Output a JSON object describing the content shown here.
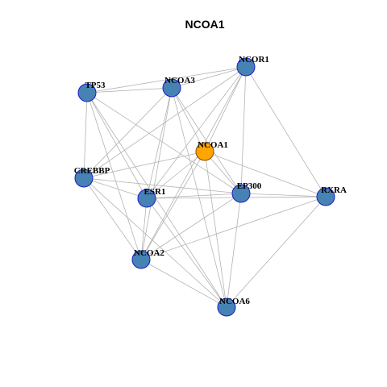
{
  "title": "NCOA1",
  "colors": {
    "node_default": "#4682b4",
    "node_border": "#1c1cc8",
    "node_focus": "#ffa500",
    "node_focus_border": "#8b4500",
    "edge": "#b3b3b3"
  },
  "nodes": [
    {
      "id": "NCOR1",
      "label": "NCOR1",
      "focus": false
    },
    {
      "id": "TP53",
      "label": "TP53",
      "focus": false
    },
    {
      "id": "NCOA3",
      "label": "NCOA3",
      "focus": false
    },
    {
      "id": "NCOA1",
      "label": "NCOA1",
      "focus": true
    },
    {
      "id": "CREBBP",
      "label": "CREBBP",
      "focus": false
    },
    {
      "id": "ESR1",
      "label": "ESR1",
      "focus": false
    },
    {
      "id": "EP300",
      "label": "EP300",
      "focus": false
    },
    {
      "id": "RXRA",
      "label": "RXRA",
      "focus": false
    },
    {
      "id": "NCOA2",
      "label": "NCOA2",
      "focus": false
    },
    {
      "id": "NCOA6",
      "label": "NCOA6",
      "focus": false
    }
  ],
  "edges": [
    [
      "TP53",
      "NCOA3"
    ],
    [
      "TP53",
      "NCOR1"
    ],
    [
      "TP53",
      "CREBBP"
    ],
    [
      "TP53",
      "ESR1"
    ],
    [
      "TP53",
      "NCOA2"
    ],
    [
      "TP53",
      "EP300"
    ],
    [
      "TP53",
      "NCOA6"
    ],
    [
      "NCOA3",
      "NCOR1"
    ],
    [
      "NCOA3",
      "CREBBP"
    ],
    [
      "NCOA3",
      "ESR1"
    ],
    [
      "NCOA3",
      "NCOA2"
    ],
    [
      "NCOA3",
      "EP300"
    ],
    [
      "NCOA3",
      "NCOA1"
    ],
    [
      "NCOA3",
      "NCOA6"
    ],
    [
      "NCOR1",
      "NCOA1"
    ],
    [
      "NCOR1",
      "ESR1"
    ],
    [
      "NCOR1",
      "EP300"
    ],
    [
      "NCOR1",
      "RXRA"
    ],
    [
      "NCOR1",
      "NCOA2"
    ],
    [
      "NCOR1",
      "CREBBP"
    ],
    [
      "NCOA1",
      "CREBBP"
    ],
    [
      "NCOA1",
      "ESR1"
    ],
    [
      "NCOA1",
      "EP300"
    ],
    [
      "NCOA1",
      "RXRA"
    ],
    [
      "NCOA1",
      "NCOA2"
    ],
    [
      "NCOA1",
      "NCOA6"
    ],
    [
      "CREBBP",
      "ESR1"
    ],
    [
      "CREBBP",
      "EP300"
    ],
    [
      "CREBBP",
      "NCOA2"
    ],
    [
      "CREBBP",
      "NCOA6"
    ],
    [
      "ESR1",
      "EP300"
    ],
    [
      "ESR1",
      "NCOA2"
    ],
    [
      "ESR1",
      "NCOA6"
    ],
    [
      "ESR1",
      "RXRA"
    ],
    [
      "EP300",
      "RXRA"
    ],
    [
      "EP300",
      "NCOA2"
    ],
    [
      "EP300",
      "NCOA6"
    ],
    [
      "RXRA",
      "NCOA2"
    ],
    [
      "RXRA",
      "NCOA6"
    ],
    [
      "NCOA2",
      "NCOA6"
    ]
  ]
}
